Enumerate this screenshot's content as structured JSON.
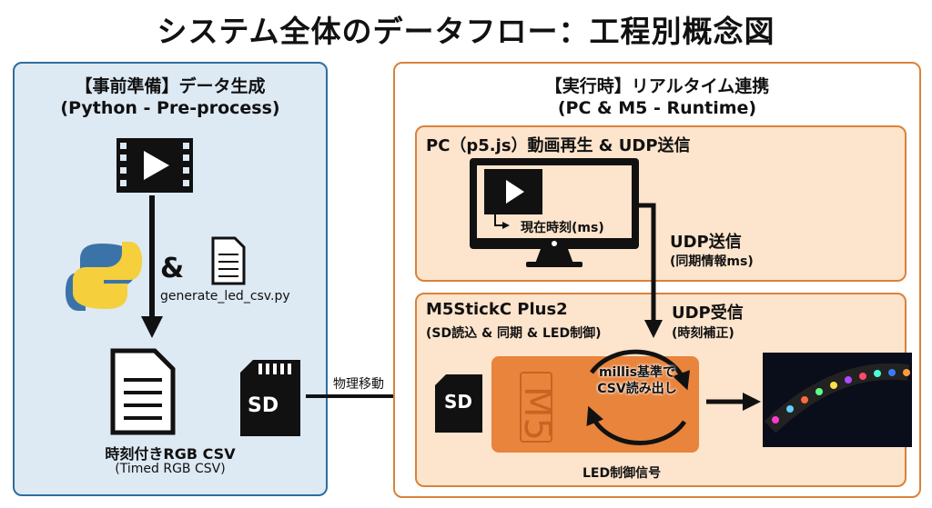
{
  "title": "システム全体のデータフロー：工程別概念図",
  "left": {
    "heading": "【事前準備】データ生成",
    "subheading": "(Python - Pre-process)",
    "amp": "&",
    "script_name": "generate_led_csv.py",
    "sd_label": "SD",
    "output_label": "時刻付きRGB CSV",
    "output_sub": "(Timed RGB CSV)"
  },
  "transfer_label": "物理移動",
  "right": {
    "heading": "【実行時】リアルタイム連携",
    "subheading": "(PC & M5 - Runtime)",
    "pc": {
      "title": "PC（p5.js）動画再生 & UDP送信",
      "time_label": "現在時刻(ms)",
      "send_label": "UDP送信",
      "send_sub": "(同期情報ms)"
    },
    "m5": {
      "title": "M5StickC Plus2",
      "subtitle": "(SD読込 & 同期 & LED制御)",
      "recv_label": "UDP受信",
      "recv_sub": "(時刻補正)",
      "sd_label": "SD",
      "logo": "M5",
      "loop_line1": "millis基準で",
      "loop_line2": "CSV読み出し",
      "signal_label": "LED制御信号"
    }
  },
  "colors": {
    "left_bg": "#dde9f3",
    "left_border": "#2f6d9e",
    "right_border": "#d9823a",
    "sub_bg": "#fde4cc",
    "m5_orange": "#e8843c"
  }
}
